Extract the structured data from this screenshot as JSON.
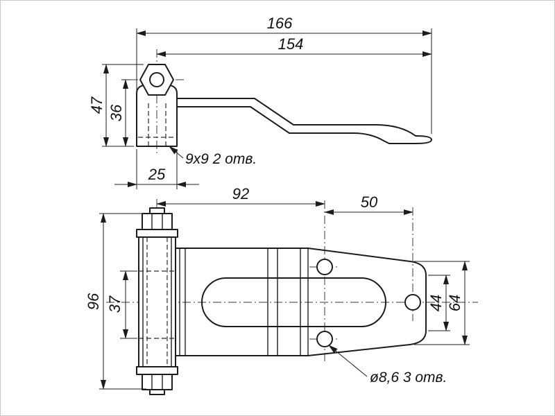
{
  "drawing": {
    "type": "technical-dimension-drawing",
    "part": "door hinge, two projection views",
    "line_color": "#1c1c1c",
    "background": "#ffffff",
    "side": {
      "overall_length": "166",
      "to_pin_length": "154",
      "bracket_height": "47",
      "pin_center_height": "36",
      "bracket_width": "25",
      "square_hole_note": "9x9  2 отв."
    },
    "plan": {
      "strap_to_holes": "92",
      "hole_spacing": "50",
      "barrel_length": "96",
      "barrel_inner": "37",
      "plate_flat_height": "44",
      "plate_height": "64",
      "round_hole_note": "ø8,6  3 отв."
    }
  }
}
